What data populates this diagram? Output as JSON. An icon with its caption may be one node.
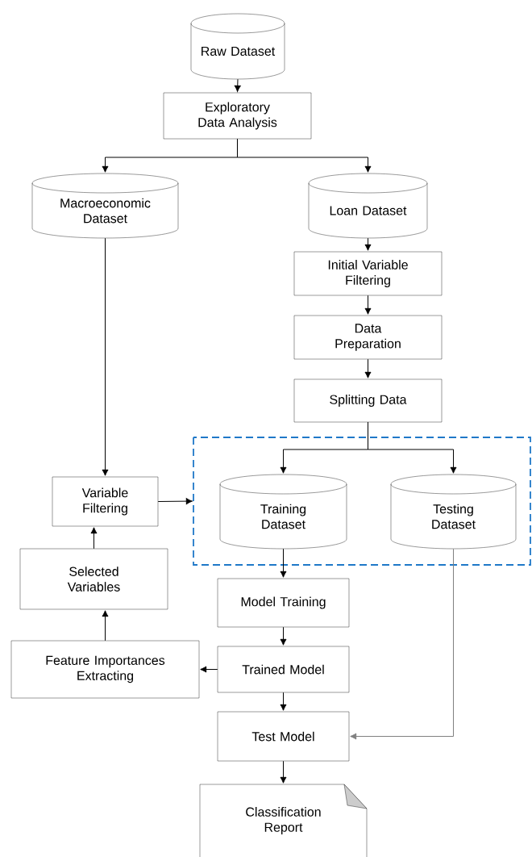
{
  "diagram": {
    "nodes": [
      {
        "text": [
          "Raw Dataset"
        ]
      },
      {
        "text": [
          "Exploratory Data Analysis"
        ]
      },
      {
        "text": [
          "Macroeconomic Dataset"
        ]
      },
      {
        "text": [
          "Loan Dataset"
        ]
      },
      {
        "text": [
          "Initial Variable Filtering"
        ]
      },
      {
        "text": [
          "Data Preparation"
        ]
      },
      {
        "text": [
          "Splitting Data"
        ]
      },
      {
        "text": [],
        "shape": "box"
      },
      {
        "text": [
          "Training Dataset"
        ],
        "in": 7
      },
      {
        "text": [
          "Testing Dataset"
        ],
        "in": 7
      },
      {
        "text": [
          "Variable Filtering"
        ]
      },
      {
        "text": [
          "Selected Variables"
        ]
      },
      {
        "text": [
          "Model Training"
        ]
      },
      {
        "text": [
          "Feature Importances Extracting"
        ]
      },
      {
        "text": [
          "Trained Model"
        ]
      },
      {
        "text": [
          "Test Model"
        ]
      },
      {
        "text": [
          "Classification Report"
        ]
      }
    ],
    "edges": [
      {
        "from": 0,
        "to": 1,
        "arrow": "to"
      },
      {
        "from": 1,
        "to": 2,
        "arrow": "to"
      },
      {
        "from": 1,
        "to": 3,
        "arrow": "to"
      },
      {
        "from": 3,
        "to": 4,
        "arrow": "to"
      },
      {
        "from": 4,
        "to": 5,
        "arrow": "to"
      },
      {
        "from": 5,
        "to": 6,
        "arrow": "to"
      },
      {
        "from": 6,
        "to": 8,
        "arrow": "to"
      },
      {
        "from": 6,
        "to": 9,
        "arrow": "to"
      },
      {
        "from": 2,
        "to": 10,
        "arrow": "to"
      },
      {
        "from": 10,
        "to": 7,
        "arrow": "to"
      },
      {
        "from": 8,
        "to": 12,
        "arrow": "to"
      },
      {
        "from": 12,
        "to": 14,
        "arrow": "to"
      },
      {
        "from": 14,
        "to": 13,
        "arrow": "to"
      },
      {
        "from": 13,
        "to": 11,
        "arrow": "to"
      },
      {
        "from": 11,
        "to": 10,
        "arrow": "to"
      },
      {
        "from": 14,
        "to": 15,
        "arrow": "to"
      },
      {
        "from": 9,
        "to": 15,
        "arrow": "to",
        "color": "#808080"
      },
      {
        "from": 15,
        "to": 16,
        "arrow": "to"
      }
    ]
  }
}
